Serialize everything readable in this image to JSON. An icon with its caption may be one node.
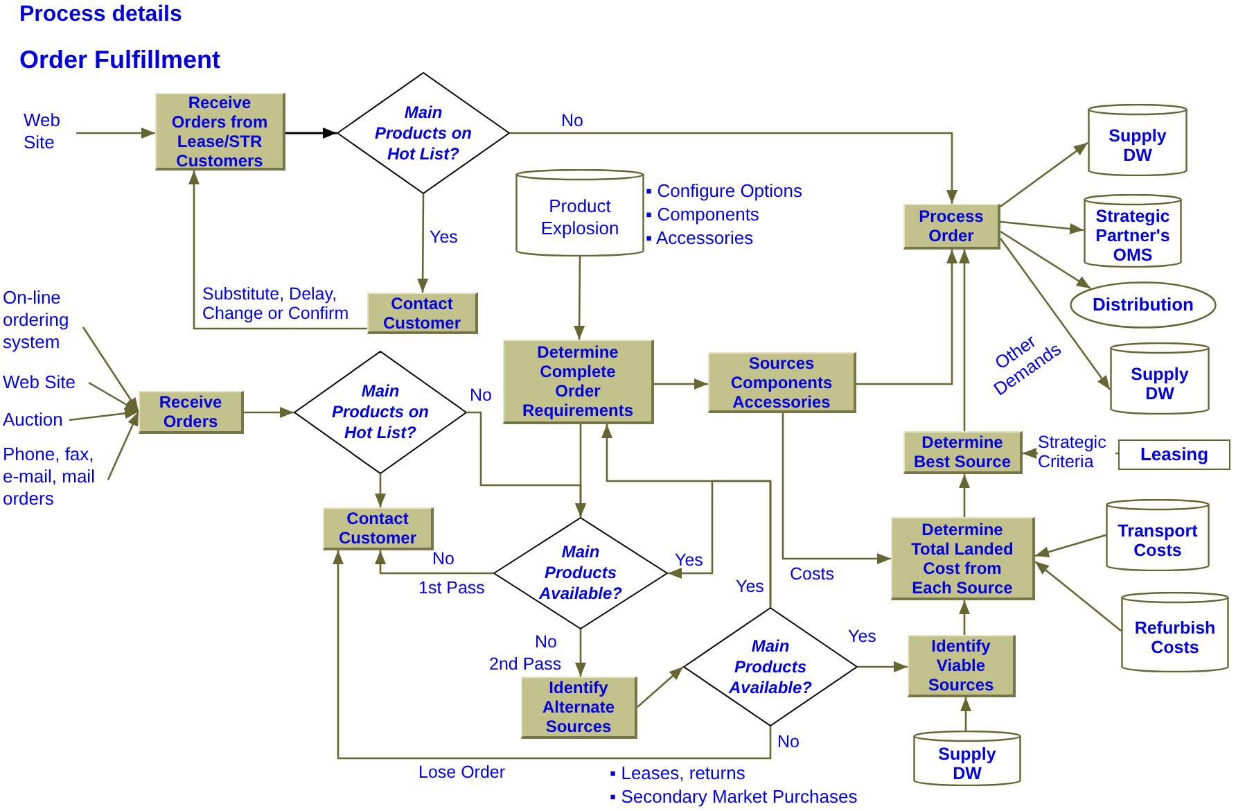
{
  "diagram": {
    "title": "Order Fulfillment",
    "nodes": [
      {
        "text": [
          "Web Site"
        ]
      },
      {
        "text": [
          "Receive Orders from Lease/STR Customers"
        ]
      },
      {
        "text": [
          "Main Products on Hot List?"
        ]
      },
      {
        "text": [
          "Product Explosion"
        ],
        "beside": [
          "▪ Configure Options",
          "▪ Components",
          "▪ Accessories"
        ]
      },
      {
        "text": [
          "Process Order"
        ]
      },
      {
        "text": [
          "Supply DW"
        ]
      },
      {
        "text": [
          "Strategic Partner's OMS"
        ]
      },
      {
        "text": [
          "Distribution"
        ]
      },
      {
        "text": [
          "Supply DW"
        ]
      },
      {
        "text": [
          "Contact Customer"
        ]
      },
      {
        "text": [
          "On-line ordering system"
        ]
      },
      {
        "text": [
          "Web Site"
        ]
      },
      {
        "text": [
          "Auction"
        ]
      },
      {
        "text": [
          "Phone, fax, e-mail, mail orders"
        ]
      },
      {
        "text": [
          "Receive Orders"
        ]
      },
      {
        "text": [
          "Main Products on Hot List?"
        ]
      },
      {
        "text": [
          "Determine Complete Order Requirements"
        ]
      },
      {
        "text": [
          "Sources Components Accessories"
        ]
      },
      {
        "text": [
          "Determine Best Source"
        ]
      },
      {
        "text": [
          "Leasing"
        ]
      },
      {
        "text": [
          "Contact Customer"
        ]
      },
      {
        "text": [
          "Main Products Available?"
        ]
      },
      {
        "text": [
          "Determine Total Landed Cost from Each Source"
        ]
      },
      {
        "text": [
          "Transport Costs"
        ]
      },
      {
        "text": [
          "Refurbish Costs"
        ]
      },
      {
        "text": [
          "Identify Alternate Sources"
        ],
        "beside": [
          "▪ Leases, returns",
          "▪ Secondary Market Purchases"
        ]
      },
      {
        "text": [
          "Main Products Available?"
        ]
      },
      {
        "text": [
          "Identify Viable Sources"
        ]
      },
      {
        "text": [
          "Supply DW"
        ]
      }
    ],
    "edges": [
      {
        "from": 0,
        "to": 1,
        "arrow": "to"
      },
      {
        "from": 1,
        "to": 2,
        "arrow": "to",
        "color": "#000000"
      },
      {
        "from": 2,
        "to": 4,
        "arrow": "to",
        "label": "No"
      },
      {
        "from": 2,
        "to": 9,
        "arrow": "to",
        "label": "Yes"
      },
      {
        "from": 9,
        "to": 1,
        "arrow": "to",
        "label": "Substitute, Delay, Change or Confirm"
      },
      {
        "from": 3,
        "to": 16,
        "arrow": "to"
      },
      {
        "from": 4,
        "to": 5,
        "arrow": "to"
      },
      {
        "from": 4,
        "to": 6,
        "arrow": "to"
      },
      {
        "from": 4,
        "to": 7,
        "arrow": "to"
      },
      {
        "from": 4,
        "to": 8,
        "arrow": "to"
      },
      {
        "from": 10,
        "to": 14,
        "arrow": "to"
      },
      {
        "from": 11,
        "to": 14,
        "arrow": "to"
      },
      {
        "from": 12,
        "to": 14,
        "arrow": "to"
      },
      {
        "from": 13,
        "to": 14,
        "arrow": "to"
      },
      {
        "from": 14,
        "to": 15,
        "arrow": "to"
      },
      {
        "from": 15,
        "to": 21,
        "arrow": "to",
        "label": "No"
      },
      {
        "from": 15,
        "to": 20,
        "arrow": "to"
      },
      {
        "from": 16,
        "to": 17,
        "arrow": "to"
      },
      {
        "from": 16,
        "to": 21,
        "arrow": "to"
      },
      {
        "from": 17,
        "to": 4,
        "arrow": "to"
      },
      {
        "from": 17,
        "to": 22,
        "arrow": "to",
        "label": "Costs"
      },
      {
        "from": 18,
        "to": 4,
        "arrow": "to"
      },
      {
        "from": 19,
        "to": 18,
        "arrow": "to",
        "label": "Strategic Criteria"
      },
      {
        "from": 22,
        "to": 18,
        "arrow": "to"
      },
      {
        "from": 23,
        "to": 22,
        "arrow": "to"
      },
      {
        "from": 24,
        "to": 22,
        "arrow": "to"
      },
      {
        "from": 21,
        "to": 20,
        "arrow": "to",
        "label": "No"
      },
      {
        "from": 21,
        "to": 25,
        "arrow": "to",
        "label": "No"
      },
      {
        "from": 25,
        "to": 26,
        "arrow": "to"
      },
      {
        "from": 26,
        "to": 16,
        "arrow": "to",
        "label": "Yes"
      },
      {
        "from": 26,
        "to": 21,
        "arrow": "to",
        "label": "Yes"
      },
      {
        "from": 26,
        "to": 27,
        "arrow": "to",
        "label": "Yes"
      },
      {
        "from": 26,
        "to": 20,
        "arrow": "to",
        "label": "No"
      },
      {
        "from": 27,
        "to": 22,
        "arrow": "to"
      },
      {
        "from": 28,
        "to": 27,
        "arrow": "to"
      }
    ],
    "labels": [
      "Process details",
      "Other Demands",
      "1st Pass",
      "2nd Pass",
      "Lose Order"
    ]
  }
}
